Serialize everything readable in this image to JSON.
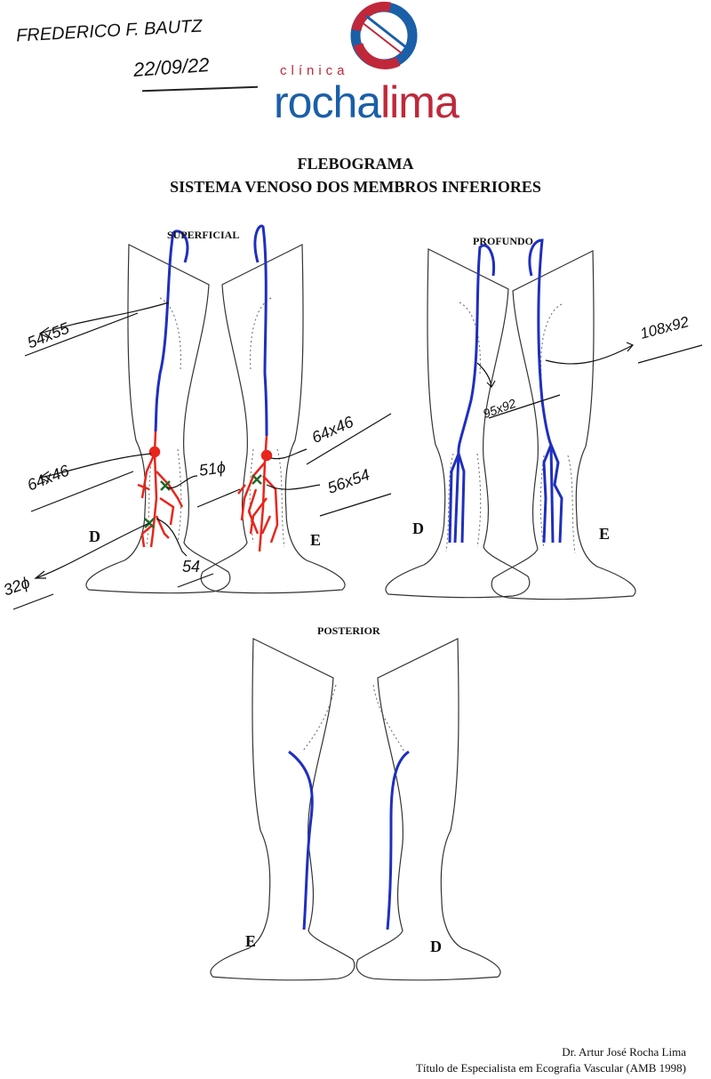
{
  "header": {
    "patient_name": "FREDERICO F. BAUTZ",
    "date": "22/09/22",
    "logo": {
      "prefix": "clínica",
      "word1": "rocha",
      "word2": "lima",
      "blue": "#1a5fa8",
      "red": "#c0283a"
    }
  },
  "title": {
    "line1": "FLEBOGRAMA",
    "line2": "SISTEMA VENOSO DOS MEMBROS INFERIORES"
  },
  "sections": {
    "superficial": "SUPERFICIAL",
    "profundo": "PROFUNDO",
    "posterior": "POSTERIOR"
  },
  "side_labels": {
    "sup_d": "D",
    "sup_e": "E",
    "prof_d": "D",
    "prof_e": "E",
    "post_e": "E",
    "post_d": "D"
  },
  "annotations": {
    "sup_d_thigh": "54x55",
    "sup_d_knee": "64x46",
    "sup_d_calf": "51ϕ",
    "sup_d_ankle": "32ϕ",
    "sup_d_lower": "54",
    "sup_e_knee": "64x46",
    "sup_e_calf": "56x54",
    "prof_d": "95x92",
    "prof_e": "108x92"
  },
  "colors": {
    "vein": "#1f2fbf",
    "varicose": "#e8261c",
    "marker": "#1e6b2a"
  },
  "footer": {
    "doctor": "Dr. Artur José Rocha Lima",
    "credential": "Título de Especialista em Ecografia Vascular (AMB 1998)"
  }
}
